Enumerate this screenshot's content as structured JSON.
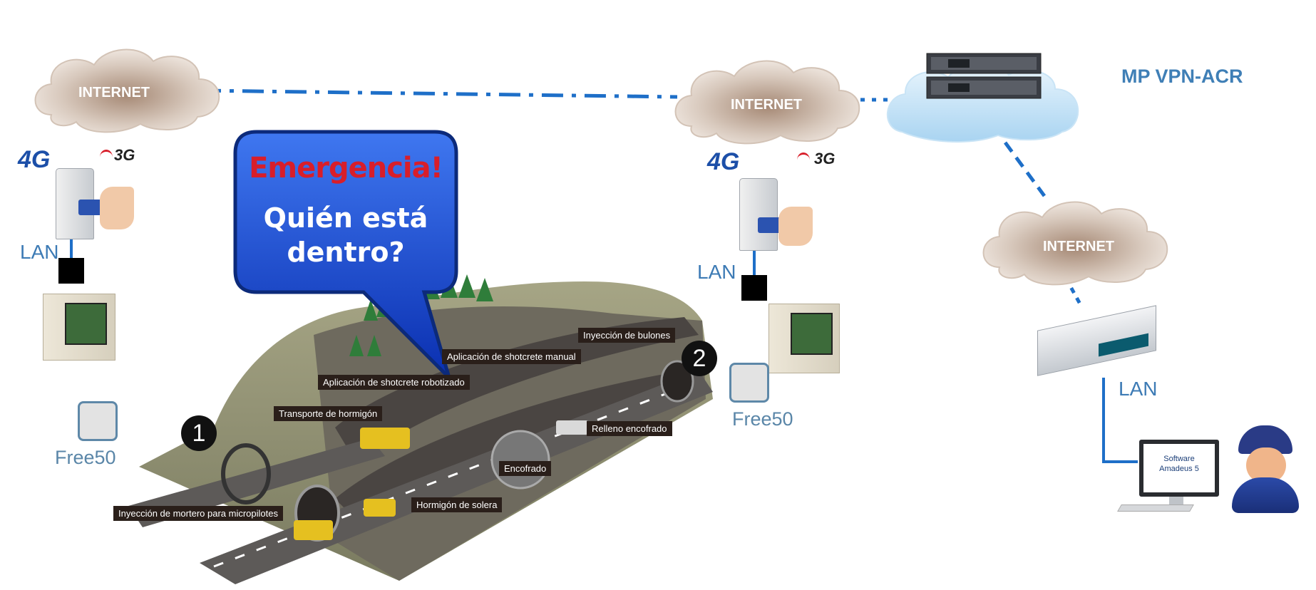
{
  "clouds": {
    "left": "INTERNET",
    "center": "INTERNET",
    "right": "INTERNET"
  },
  "server_label": "MP VPN-ACR",
  "gen_labels": {
    "g4": "4G",
    "g3": "3G"
  },
  "site_left": {
    "lan": "LAN",
    "device": "Free50"
  },
  "site_center": {
    "lan": "LAN",
    "device": "Free50"
  },
  "router": {
    "lan": "LAN"
  },
  "monitor": {
    "line1": "Software",
    "line2": "Amadeus 5"
  },
  "bubble": {
    "title": "Emergencia!",
    "line1": "Quién está",
    "line2": "dentro?"
  },
  "tunnel": {
    "badge1": "1",
    "badge2": "2",
    "labels": {
      "bulones": "Inyección de bulones",
      "shot_manual": "Aplicación de shotcrete manual",
      "shot_robot": "Aplicación de shotcrete robotizado",
      "transporte": "Transporte de hormigón",
      "relleno": "Relleno encofrado",
      "encofrado": "Encofrado",
      "solera": "Hormigón de solera",
      "mortero": "Inyección de mortero para micropilotes"
    }
  },
  "colors": {
    "link": "#1e6fc8",
    "text_blue": "#3f7fb6",
    "bubble": "#1747c8",
    "alert": "#d81e2a"
  },
  "icons": [
    "cloud-icon",
    "server-icon",
    "gsm-modem-icon",
    "sim-card-icon",
    "controller-cabinet-icon",
    "router-icon",
    "monitor-icon",
    "guard-avatar-icon"
  ]
}
